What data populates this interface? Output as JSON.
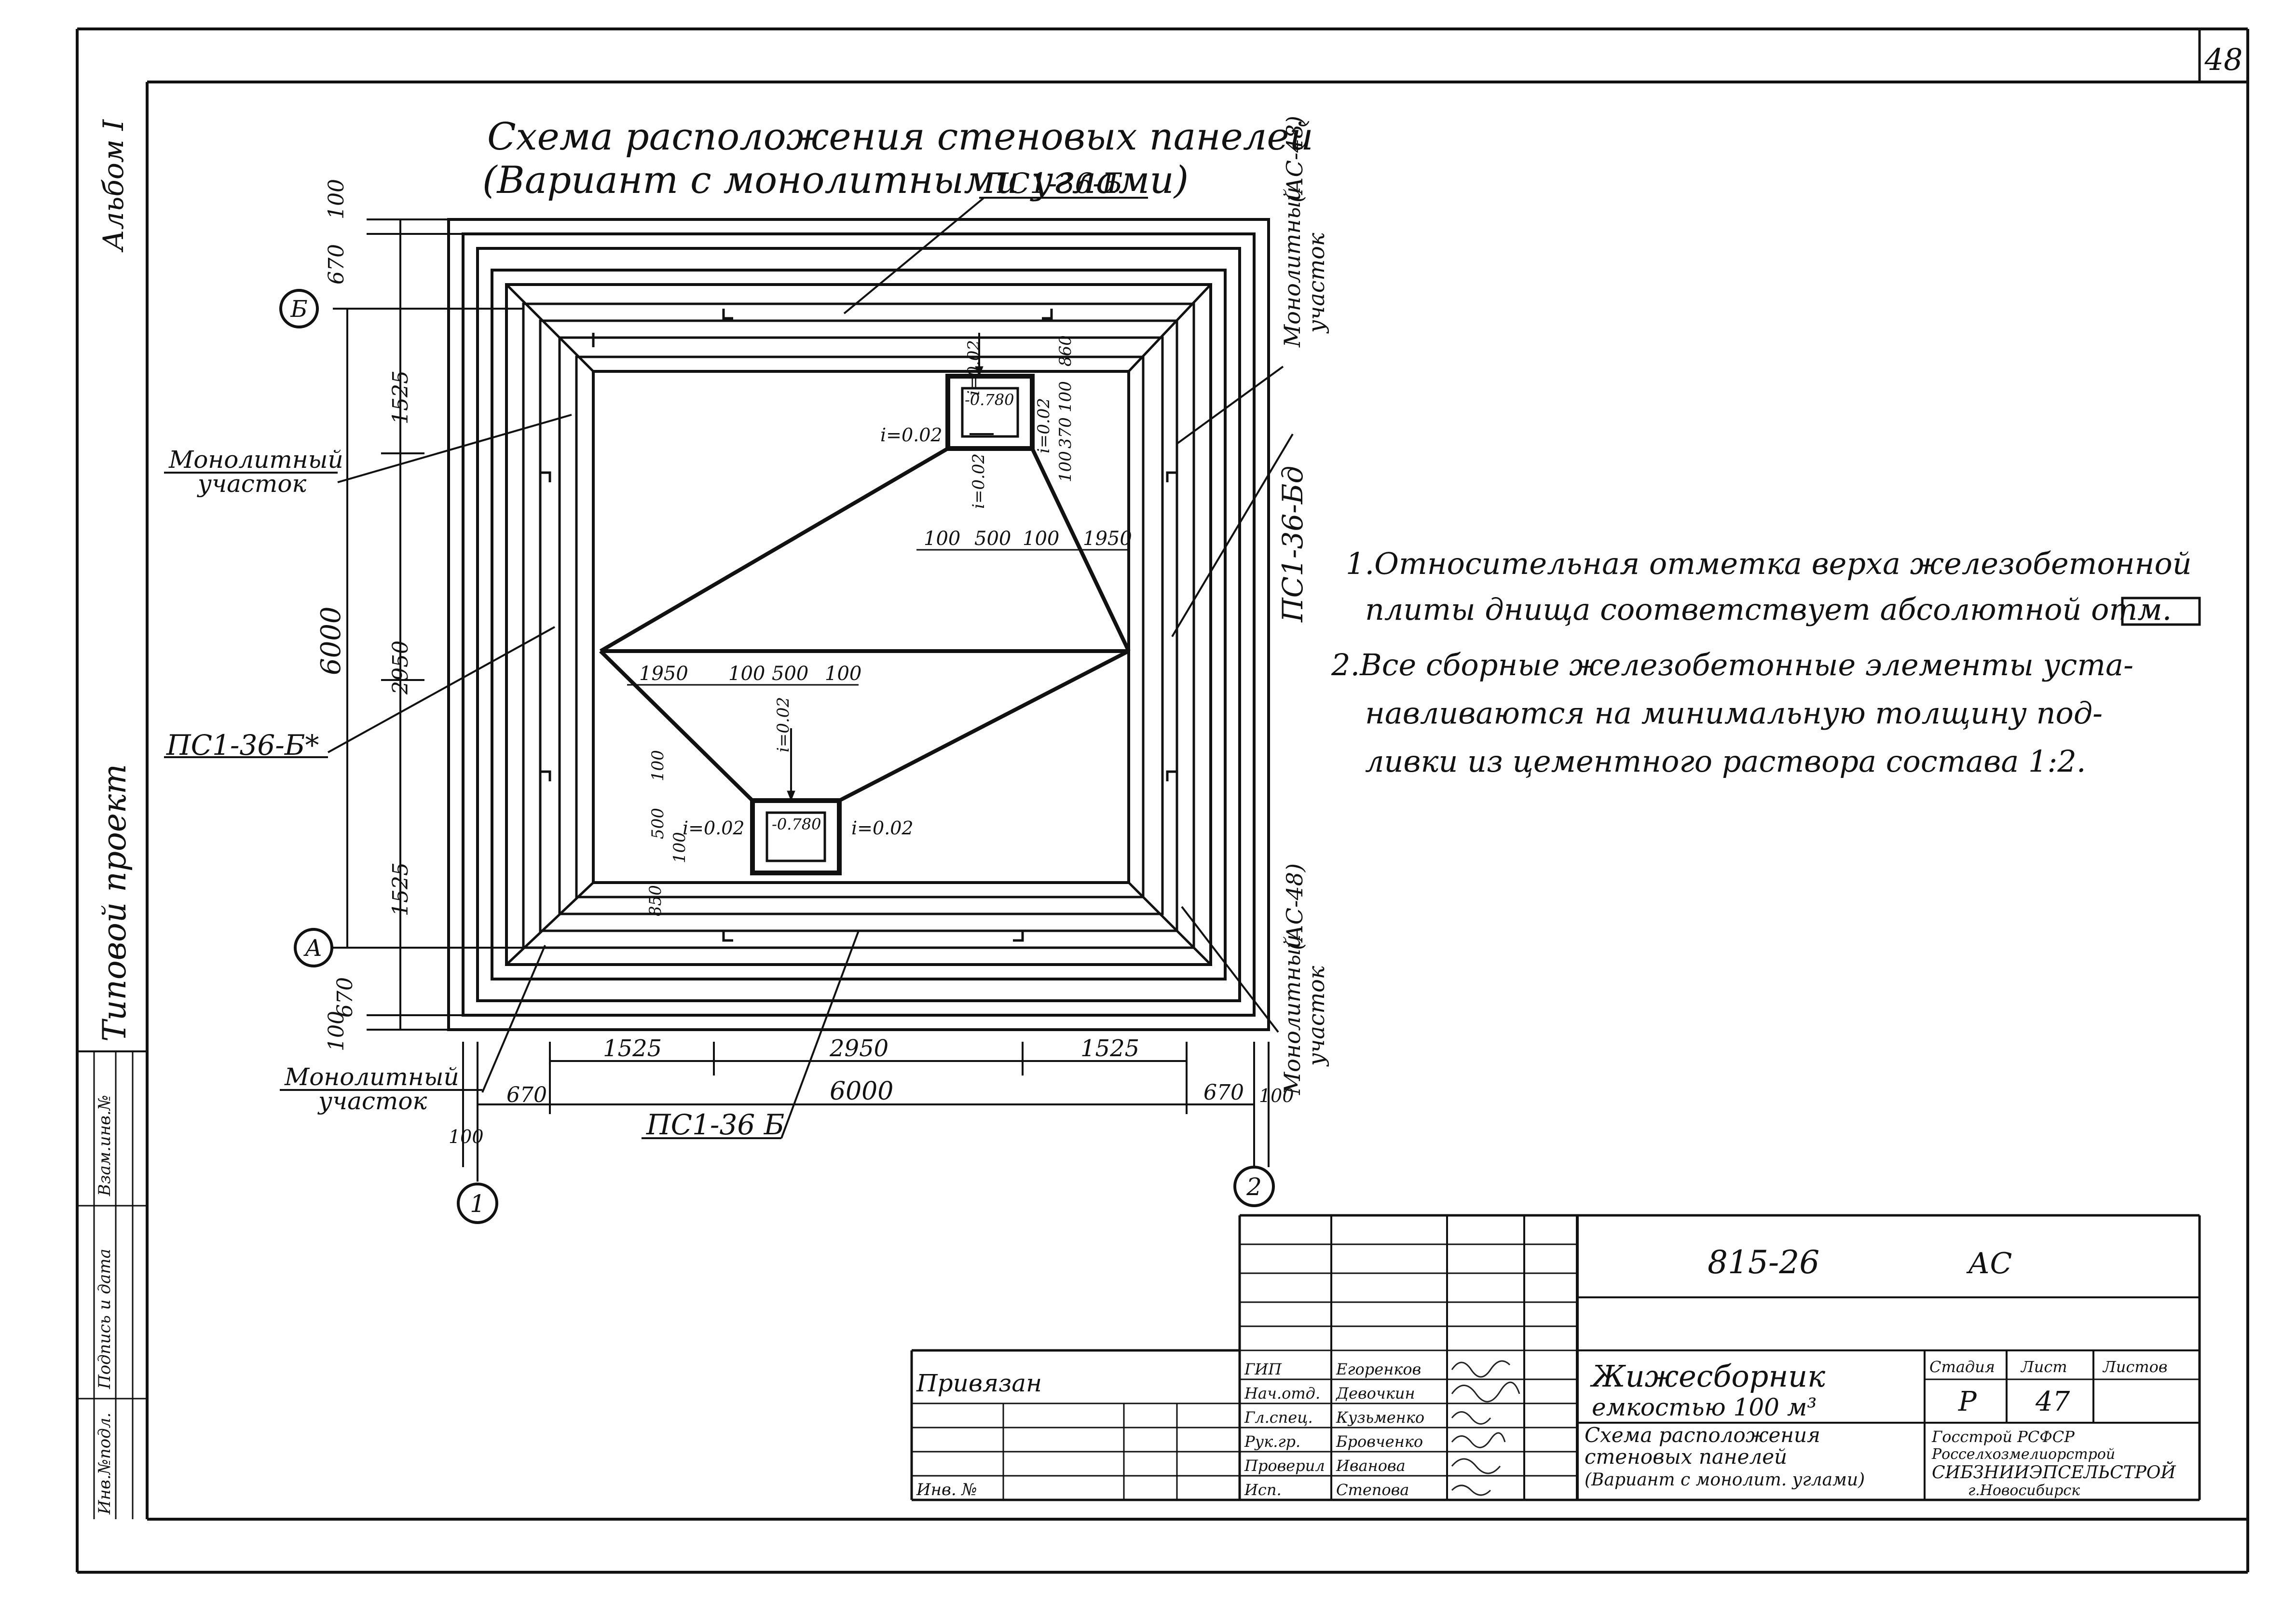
{
  "sheet": {
    "number": "48",
    "album": "Альбом I",
    "project_type": "Типовой проект"
  },
  "title": {
    "line1": "Схема расположения стеновых панелей",
    "line2": "(Вариант с монолитными углами)"
  },
  "callouts": {
    "panel_top": "ПС1-36-Б",
    "panel_right": "ПС1-36-Бд",
    "panel_left": "ПС1-36-Б*",
    "panel_bottom": "ПС1-36 Б",
    "monolithic_left_top": [
      "Монолитный",
      "участок"
    ],
    "monolithic_left_bottom": [
      "Монолитный",
      "участок"
    ],
    "monolithic_right_top": [
      "Монолитный",
      "участок",
      "(АС-48)"
    ],
    "monolithic_right_bottom": [
      "Монолитный",
      "участок",
      "(АС-48)"
    ]
  },
  "axes": {
    "row_top": "Б",
    "row_bottom": "А",
    "col_left": "1",
    "col_right": "2"
  },
  "dimensions": {
    "left_vertical": [
      "100",
      "670",
      "1525",
      "2950",
      "1525",
      "670",
      "100"
    ],
    "left_total": "6000",
    "bottom_chain": [
      "1525",
      "2950",
      "1525"
    ],
    "bottom_total": "6000",
    "bottom_sides": [
      "670",
      "670",
      "100",
      "100"
    ],
    "pit_top": [
      "100",
      "500",
      "100",
      "1950"
    ],
    "pit_top_vertical": [
      "100",
      "370",
      "100",
      "860"
    ],
    "pit_bottom": [
      "1950",
      "100",
      "500",
      "100"
    ],
    "pit_bottom_vertical": [
      "500",
      "100",
      "100",
      "850"
    ],
    "slopes": [
      "i=0.02",
      "i=0.02",
      "i=0.02",
      "i=0.02",
      "i=0.02",
      "i=0.02",
      "i=0.02"
    ],
    "marks": [
      "-0.780",
      "-0.780"
    ]
  },
  "notes": [
    "1.Относительная отметка верха железобетонной",
    "плиты днища соответствует абсолютной отм.",
    "2.Все сборные железобетонные элементы уста-",
    "навливаются на минимальную толщину под-",
    "ливки из цементного раствора состава 1:2."
  ],
  "stamp": {
    "code": "815-26",
    "section": "АС",
    "name_line1": "Жижесборник",
    "name_line2": "емкостью 100 м³",
    "sheet_title": [
      "Схема расположения",
      "стеновых панелей",
      "(Вариант с монолит. углами)"
    ],
    "stage_label": "Стадия",
    "sheet_label": "Лист",
    "sheets_label": "Листов",
    "stage": "Р",
    "sheet": "47",
    "org": [
      "Госстрой РСФСР",
      "Росселхозмелиорстрой",
      "СИБЗНИИЭПСЕЛЬСТРОЙ",
      "г.Новосибирск"
    ],
    "roles": [
      "ГИП",
      "Нач.отд.",
      "Гл.спец.",
      "Рук.гр.",
      "Проверил",
      "Исп."
    ],
    "people": [
      "Егоренков",
      "Девочкин",
      "Кузьменко",
      "Бровченко",
      "Иванова",
      "Степова"
    ],
    "attached": "Привязан",
    "inv": "Инв. №"
  },
  "side_strip": [
    "Инв.№подл.",
    "Подпись и дата",
    "Взам.инв.№"
  ]
}
